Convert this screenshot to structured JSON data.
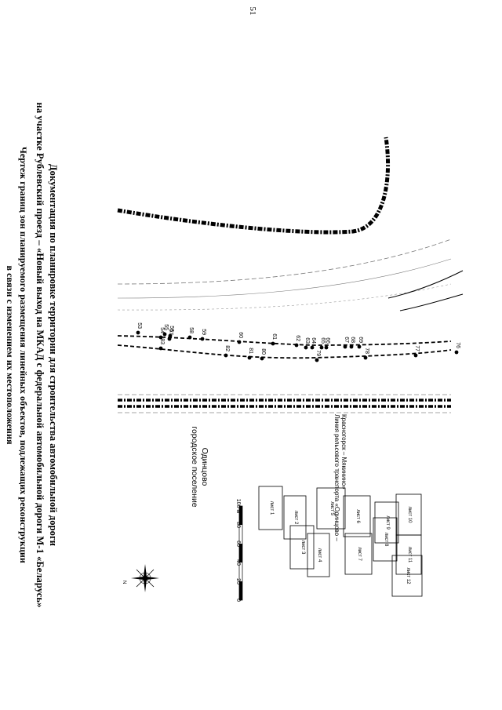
{
  "page": {
    "number": "51",
    "title_lines": [
      "Документация по планировке территории для строительства автомобильной дороги",
      "на участке Рублевский проезд – «Новый выход на МКАД с федеральной автомобильной дороги М-1 «Беларусь»"
    ],
    "subtitle_lines": [
      "Чертеж границ зон планируемого размещения линейных объектов, подлежащих реконструкции",
      "в связи с изменением  их местоположения"
    ]
  },
  "map": {
    "settlement_label_lines": [
      "городское поселение",
      "Одинцово"
    ],
    "railway_label_lines": [
      "Линия рельсового транспорта «Одинцово –",
      "Красногорск – Мякинино»"
    ],
    "upper_points": [
      "53",
      "54",
      "55",
      "56",
      "57",
      "58",
      "59",
      "60",
      "61",
      "62",
      "63",
      "64",
      "65",
      "66",
      "67",
      "68",
      "69"
    ],
    "lower_points": [
      "83",
      "82",
      "81",
      "80",
      "79",
      "78",
      "77",
      "76"
    ],
    "north_label": "N"
  },
  "scale_bar": {
    "ticks": [
      "0",
      "20",
      "40",
      "60",
      "80",
      "100 м"
    ]
  },
  "sheet_index": {
    "sheets": [
      "лист 1",
      "лист 2",
      "лист 3",
      "лист 4",
      "лист 5",
      "лист 6",
      "лист 7",
      "лист 8",
      "лист 9",
      "лист 10",
      "лист 11",
      "лист 12"
    ]
  }
}
